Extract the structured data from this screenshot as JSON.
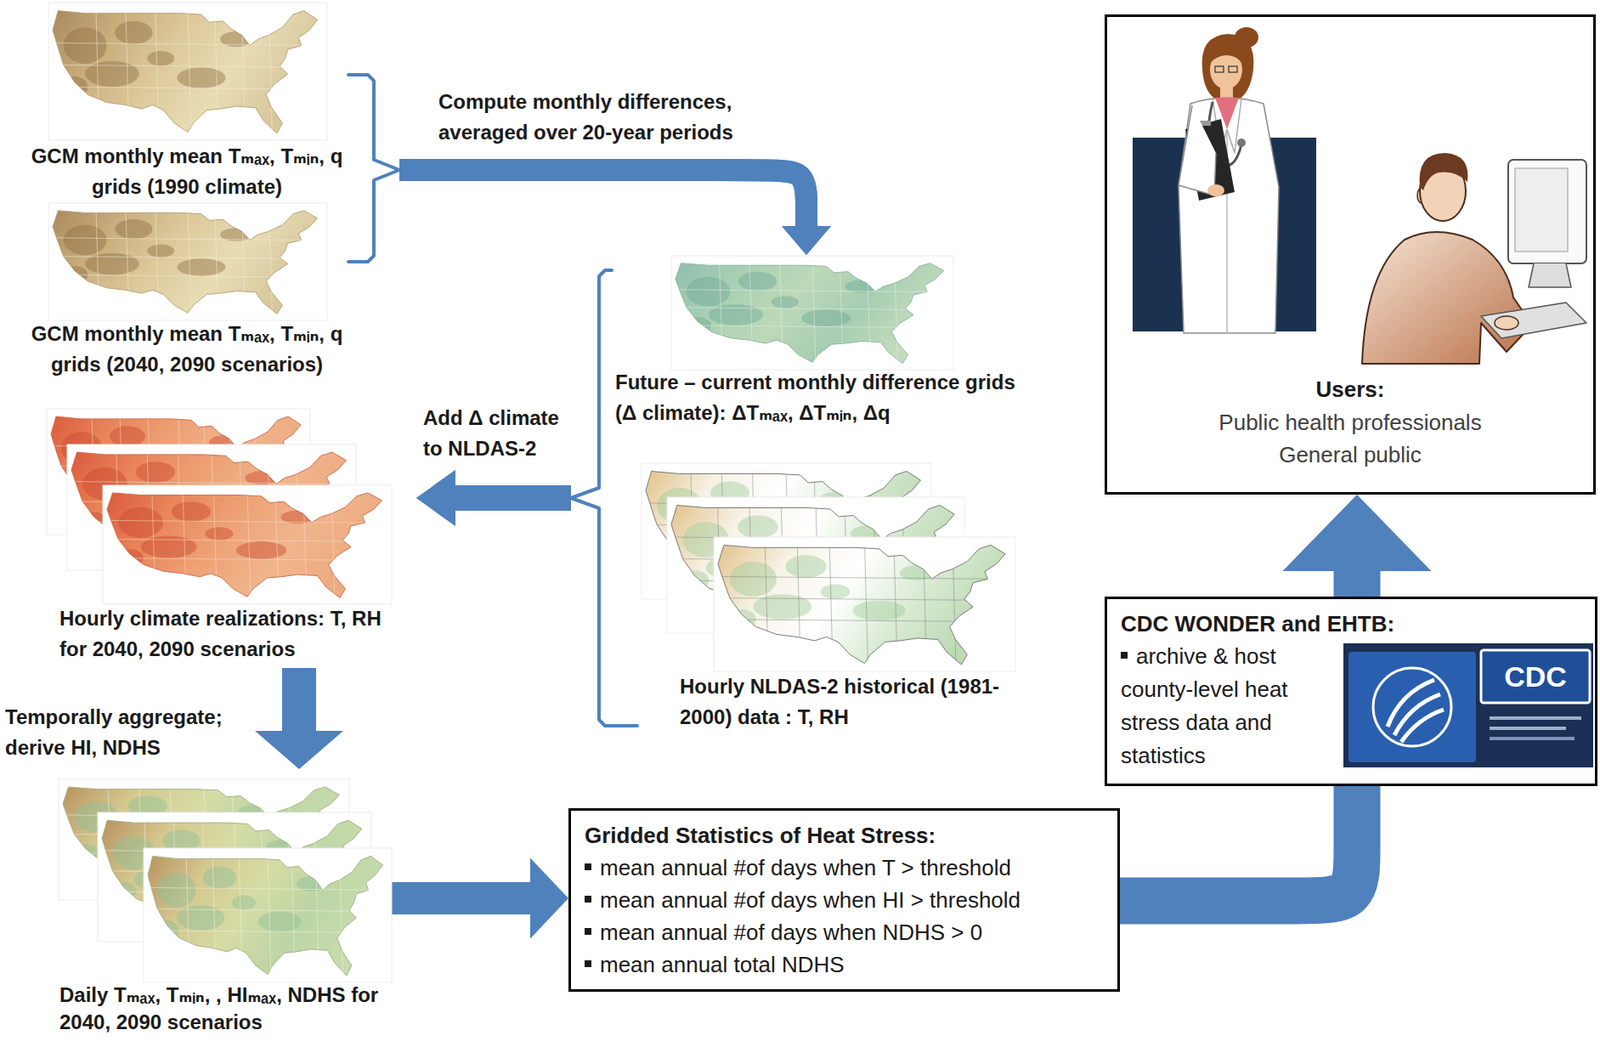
{
  "diagram": {
    "nodes": [
      {
        "text": [
          "GCM monthly mean Tₘₐₓ, Tₘᵢₙ, q grids (1990 climate)"
        ]
      },
      {
        "text": [
          "GCM monthly mean Tₘₐₓ, Tₘᵢₙ, q grids (2040, 2090 scenarios)"
        ]
      },
      {
        "text": [
          "Users:",
          "Public health professionals",
          "General public"
        ]
      },
      {
        "text": [
          "Future – current monthly difference grids (Δ climate): ΔTₘₐₓ, ΔTₘᵢₙ, Δq"
        ]
      },
      {
        "text": [
          "Hourly climate realizations: T, RH for 2040, 2090 scenarios"
        ]
      },
      {
        "text": [
          "Hourly NLDAS-2 historical (1981-2000) data : T, RH"
        ]
      },
      {
        "text": [
          "CDC WONDER and EHTB:",
          "archive & host county-level heat stress data and statistics"
        ]
      },
      {
        "text": [
          "Daily Tₘₐₓ, Tₘᵢₙ, , HIₘₐₓ, NDHS for 2040, 2090 scenarios"
        ]
      },
      {
        "text": [
          "Gridded Statistics of Heat Stress:",
          "mean annual #of days when T > threshold",
          "mean annual #of days when HI > threshold",
          "mean annual #of days when NDHS > 0",
          "mean annual total NDHS"
        ]
      }
    ],
    "edges": [
      {
        "from": 0,
        "to": 3,
        "arrow": "to",
        "label": "Compute monthly differences, averaged over 20-year periods"
      },
      {
        "from": 1,
        "to": 3,
        "arrow": "to"
      },
      {
        "from": 3,
        "to": 4,
        "arrow": "to",
        "label": "Add Δ climate to NLDAS-2"
      },
      {
        "from": 5,
        "to": 4,
        "arrow": "to"
      },
      {
        "from": 4,
        "to": 7,
        "arrow": "to",
        "label": "Temporally aggregate; derive HI, NDHS"
      },
      {
        "from": 7,
        "to": 8,
        "arrow": "to"
      },
      {
        "from": 8,
        "to": 6,
        "arrow": "none"
      },
      {
        "from": 6,
        "to": 2,
        "arrow": "to"
      }
    ],
    "labels": [
      "CDC"
    ]
  }
}
